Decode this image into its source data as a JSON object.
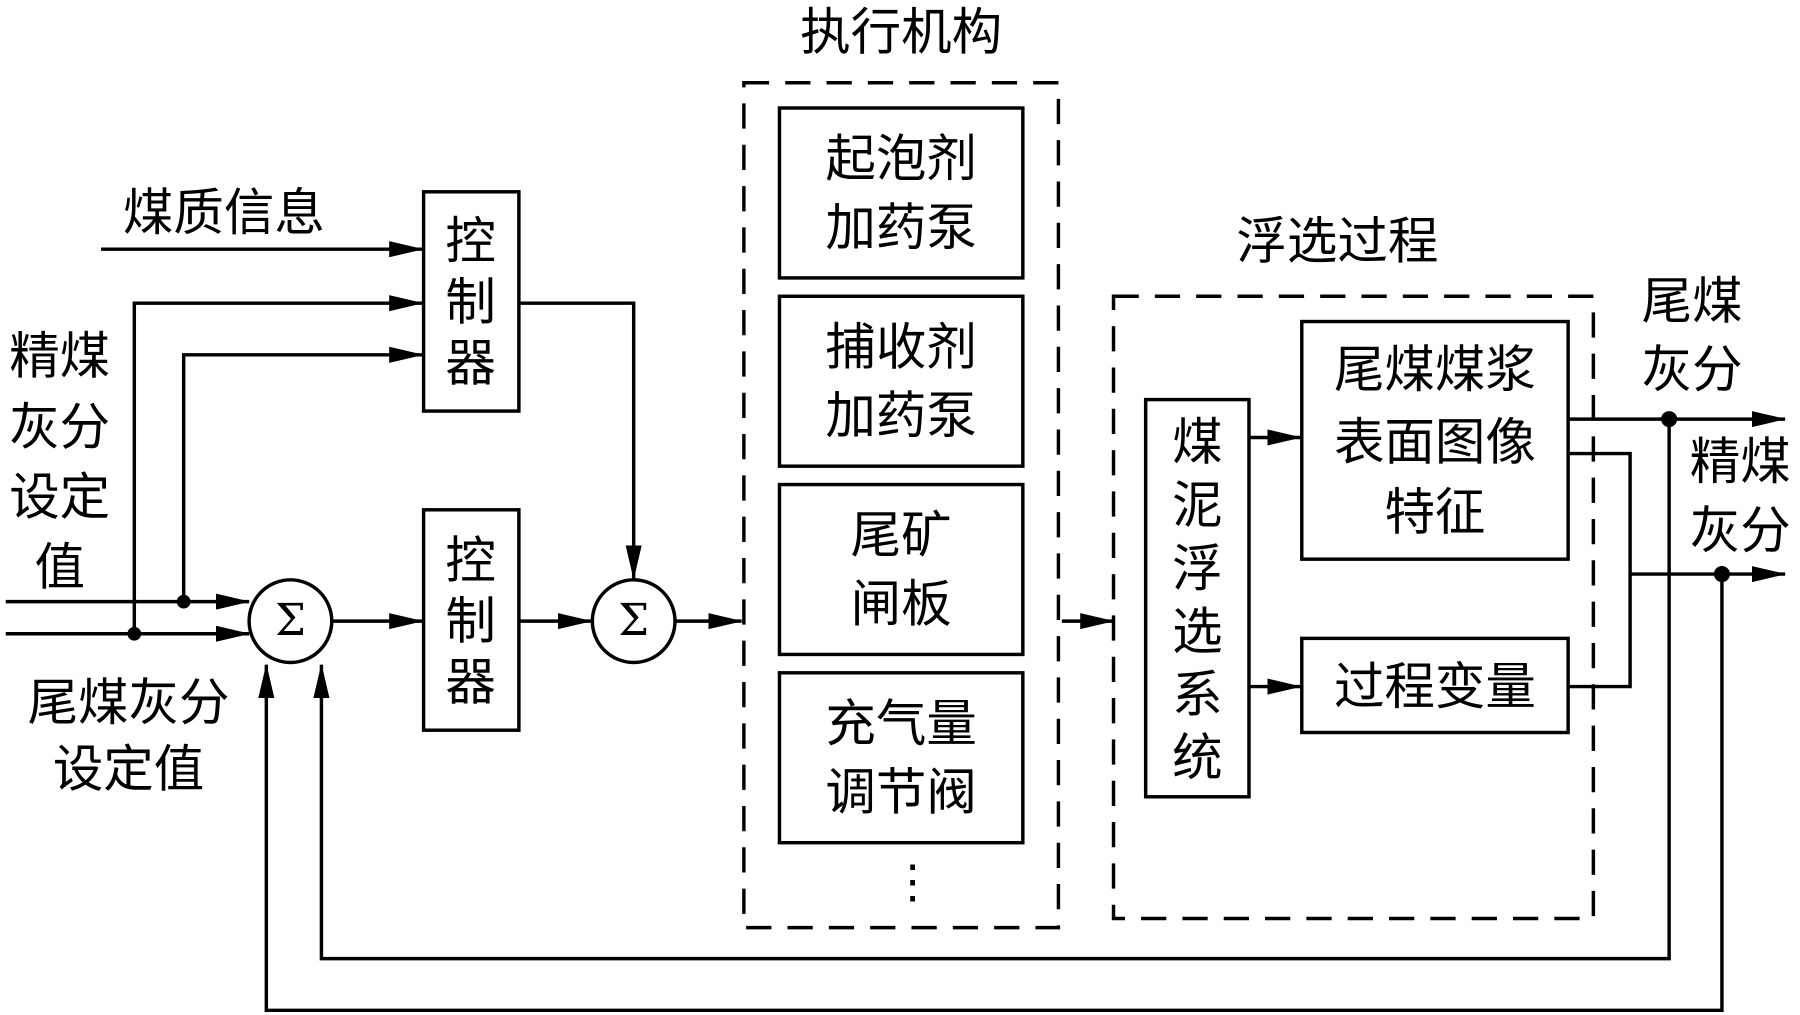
{
  "actuator_group": {
    "title": "执行机构",
    "blocks": [
      {
        "lines": [
          "起泡剂",
          "加药泵"
        ]
      },
      {
        "lines": [
          "捕收剂",
          "加药泵"
        ]
      },
      {
        "lines": [
          "尾矿",
          "闸板"
        ]
      },
      {
        "lines": [
          "充气量",
          "调节阀"
        ]
      }
    ],
    "more": "⋮"
  },
  "process_group": {
    "title": "浮选过程",
    "system": [
      "煤",
      "泥",
      "浮",
      "选",
      "系",
      "统"
    ],
    "image_features": [
      "尾煤煤浆",
      "表面图像",
      "特征"
    ],
    "process_vars": "过程变量"
  },
  "controllers": {
    "upper": [
      "控",
      "制",
      "器"
    ],
    "lower": [
      "控",
      "制",
      "器"
    ]
  },
  "sum_symbol": "Σ",
  "inputs": {
    "coal_info": "煤质信息",
    "clean_setpoint": [
      "精煤",
      "灰分",
      "设定",
      "值"
    ],
    "tail_setpoint": [
      "尾煤灰分",
      "设定值"
    ]
  },
  "outputs": {
    "tail_ash": [
      "尾煤",
      "灰分"
    ],
    "clean_ash": [
      "精煤",
      "灰分"
    ]
  }
}
